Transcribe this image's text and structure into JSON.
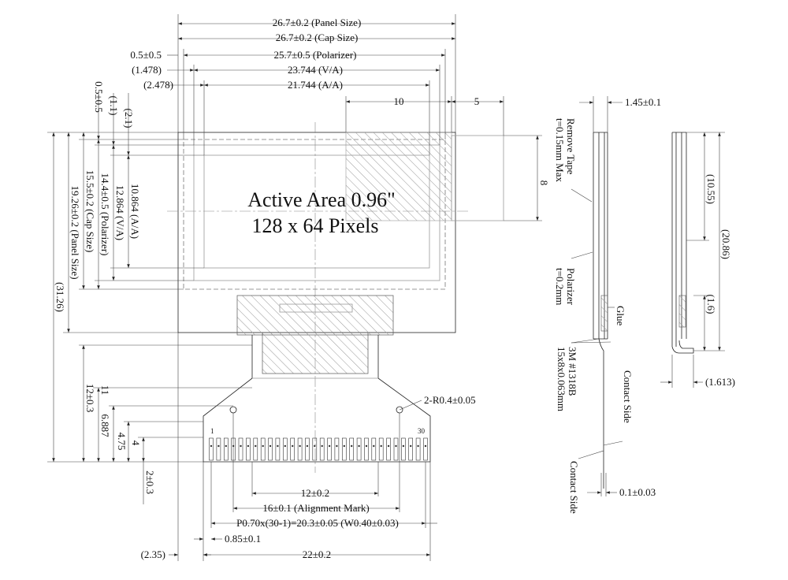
{
  "front_view": {
    "top_dims": {
      "panel_size": "26.7±0.2 (Panel Size)",
      "cap_size": "26.7±0.2 (Cap Size)",
      "polarizer_offset": "0.5±0.5",
      "polarizer": "25.7±0.5 (Polarizer)",
      "va_offset": "(1.478)",
      "va": "23.744 (V/A)",
      "aa_offset": "(2.478)",
      "aa": "21.744 (A/A)",
      "segment_10": "10",
      "segment_5": "5",
      "height_8": "8"
    },
    "left_dims": {
      "pol_offset_v": "0.5±0.5",
      "va_offset_v": "(1.1)",
      "aa_offset_v": "(2.1)",
      "aa_v": "10.864 (A/A)",
      "va_v": "12.864 (V/A)",
      "polarizer_v": "14.4±0.5 (Polarizer)",
      "cap_v": "15.5±0.2 (Cap Size)",
      "panel_v": "19.26±0.2 (Panel Size)",
      "total_v": "(31.26)",
      "fpc_12": "12±0.3",
      "fpc_11": "11",
      "fpc_6887": "6.887",
      "fpc_475": "4.75",
      "fpc_4": "4",
      "fpc_2": "2±0.3"
    },
    "active_area_line1": "Active Area 0.96\"",
    "active_area_line2": "128 x 64 Pixels",
    "hole_label": "2-R0.4±0.05",
    "pin_first": "1",
    "pin_last": "30",
    "bottom_dims": {
      "pitch_12": "12±0.2",
      "alignment": "16±0.1 (Alignment Mark)",
      "pitch_formula": "P0.70x(30-1)=20.3±0.05 (W0.40±0.03)",
      "edge_085": "0.85±0.1",
      "edge_235": "(2.35)",
      "width_22": "22±0.2"
    }
  },
  "side_view": {
    "thickness": "1.45±0.1",
    "remove_tape_1": "Remove Tape",
    "remove_tape_2": "t=0.15mm Max",
    "polarizer_1": "Polarizer",
    "polarizer_2": "t=0.2mm",
    "glue": "Glue",
    "tape_1": "3M #1318B",
    "tape_2": "15x8x0.063mm",
    "contact_side_top": "Contact Side",
    "contact_side_bottom": "Contact Side",
    "fpc_thickness": "0.1±0.03"
  },
  "right_view": {
    "dim_1055": "(10.55)",
    "dim_2086": "(20.86)",
    "dim_16": "(1.6)",
    "dim_1613": "(1.613)"
  }
}
